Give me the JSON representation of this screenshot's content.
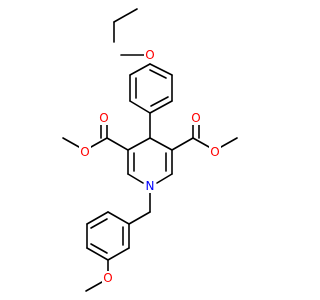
{
  "molecule": {
    "atoms": [
      {
        "id": "o_ethoxy",
        "label": "O",
        "color": "#ff0000"
      },
      {
        "id": "o_carbonyl_left",
        "label": "O",
        "color": "#ff0000"
      },
      {
        "id": "o_ester_left",
        "label": "O",
        "color": "#ff0000"
      },
      {
        "id": "o_carbonyl_right",
        "label": "O",
        "color": "#ff0000"
      },
      {
        "id": "o_ester_right",
        "label": "O",
        "color": "#ff0000"
      },
      {
        "id": "n_ring",
        "label": "N",
        "color": "#0000ff"
      },
      {
        "id": "o_methoxy",
        "label": "O",
        "color": "#ff0000"
      }
    ]
  }
}
